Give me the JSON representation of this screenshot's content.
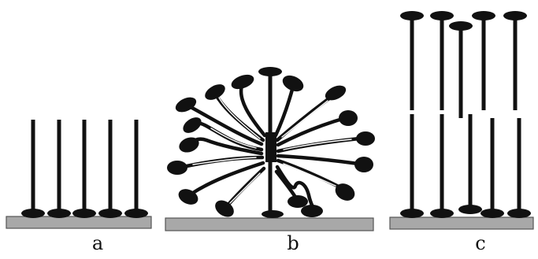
{
  "panels": [
    {
      "id": "a",
      "label": "a"
    },
    {
      "id": "b",
      "label": "b"
    },
    {
      "id": "c",
      "label": "c"
    }
  ],
  "colors": {
    "substrate": "#a8a8a8",
    "substrate_border": "#555555",
    "molecule": "#111111",
    "background": "#ffffff"
  },
  "icons": {
    "molecule": "head-and-tail-molecule",
    "substrate": "flat-gray-substrate"
  }
}
